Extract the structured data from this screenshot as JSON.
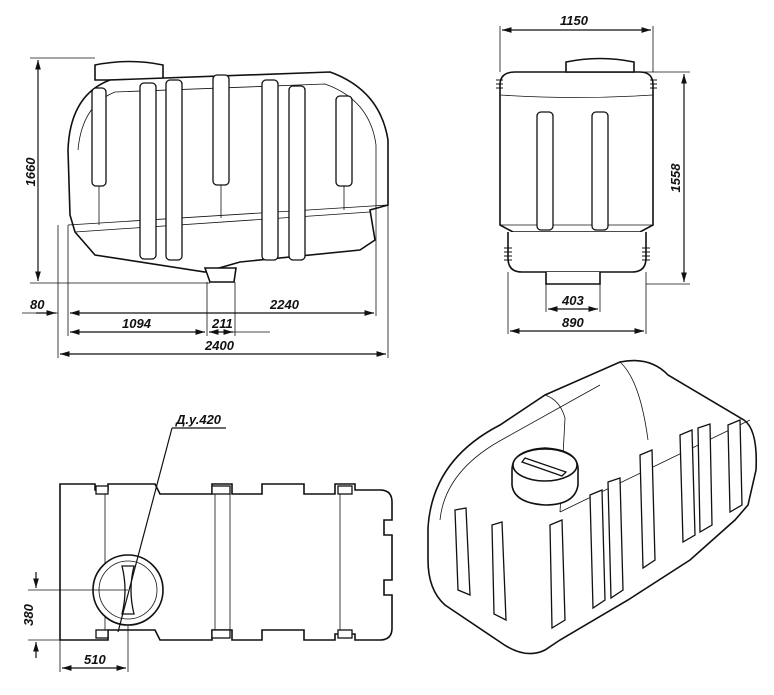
{
  "front_view": {
    "height_label": "1660",
    "left_offset_label": "80",
    "inner_length_label": "2240",
    "outlet_position_label": "1094",
    "outlet_width_label": "211",
    "overall_length_label": "2400"
  },
  "side_view": {
    "width_label": "1150",
    "height_label": "1558",
    "base_inner_label": "403",
    "base_outer_label": "890"
  },
  "top_view": {
    "hatch_label": "Д.у.420",
    "hatch_offset_y_label": "380",
    "hatch_offset_x_label": "510"
  }
}
